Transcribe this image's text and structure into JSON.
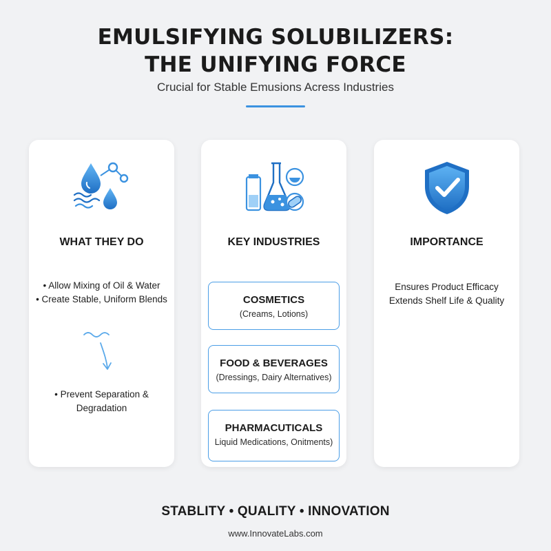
{
  "header": {
    "title_line1": "EMULSIFYING SOLUBILIZERS:",
    "title_line2": "THE UNIFYING FORCE",
    "subtitle": "Crucial for Stable Emusions Acress Industries"
  },
  "cards": {
    "what_they_do": {
      "heading": "WHAT THEY DO",
      "bullets": [
        "• Allow Mixing of Oil & Water",
        "• Create Stable, Uniform Blends"
      ],
      "extra_bullet_line1": "• Prevent Separation &",
      "extra_bullet_line2": "Degradation",
      "icons": [
        "water-drops-molecule-icon",
        "wave-arrow-icon"
      ]
    },
    "key_industries": {
      "heading": "KEY INDUSTRIES",
      "icon": "lab-products-icon",
      "industries": [
        {
          "name": "COSMETICS",
          "desc": "(Creams, Lotions)"
        },
        {
          "name": "FOOD & BEVERAGES",
          "desc": "(Dressings, Dairy Alternatives)"
        },
        {
          "name": "PHARMACUTICALS",
          "desc": "Liquid Medications, Onitments)"
        }
      ]
    },
    "importance": {
      "heading": "IMPORTANCE",
      "icon": "shield-check-icon",
      "lines": [
        "Ensures Product Efficacy",
        "Extends Shelf Life & Quality"
      ]
    }
  },
  "footer": {
    "tagline": "STABLITY • QUALITY • INNOVATION",
    "url": "www.InnovateLabs.com"
  },
  "colors": {
    "accent": "#3b92e0",
    "icon_dark": "#1f6fc4",
    "background": "#f1f2f4",
    "card": "#ffffff"
  }
}
